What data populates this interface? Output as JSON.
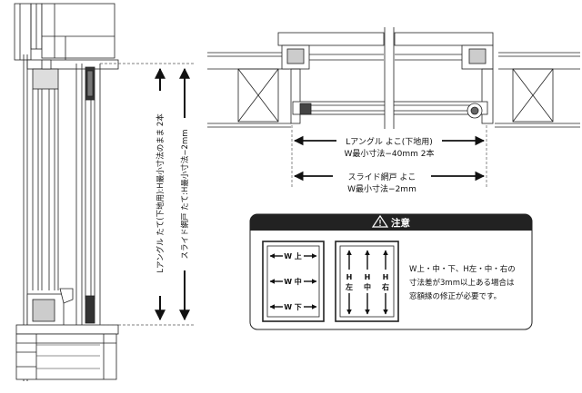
{
  "horizontal": {
    "l_angle_line1": "Lアングル よこ(下地用)",
    "l_angle_line2": "W最小寸法−40mm 2本",
    "screen_line1": "スライド網戸 よこ",
    "screen_line2": "W最小寸法−2mm"
  },
  "vertical": {
    "l_angle_label": "Lアングル たて(下地用):H最小寸法のまま 2本",
    "screen_label": "スライド網戸 たて:H最小寸法−2mm"
  },
  "notice": {
    "title": "注意",
    "w_top": "W 上",
    "w_mid": "W 中",
    "w_bot": "W 下",
    "h_letter": "H",
    "h_left": "左",
    "h_mid": "中",
    "h_right": "右",
    "note_line1": "W上・中・下、H左・中・右の",
    "note_line2": "寸法差が3mm以上ある場合は",
    "note_line3": "窓額縁の修正が必要です。"
  }
}
